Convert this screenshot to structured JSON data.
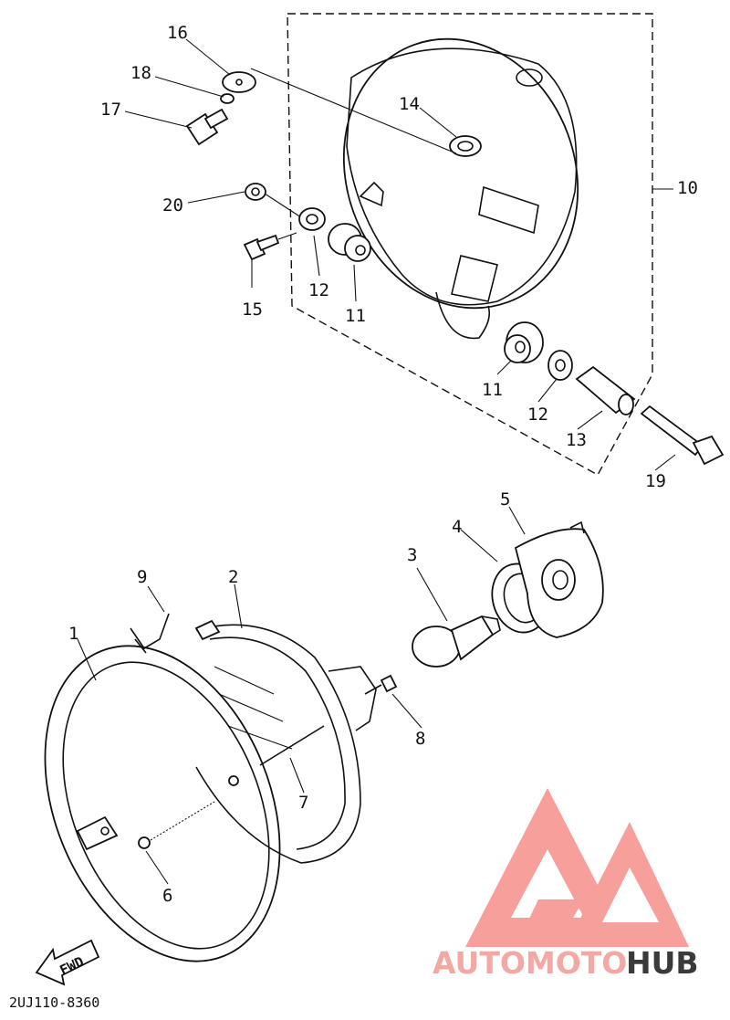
{
  "callouts": {
    "c1": "1",
    "c2": "2",
    "c3": "3",
    "c4": "4",
    "c5": "5",
    "c6": "6",
    "c7": "7",
    "c8": "8",
    "c9": "9",
    "c10": "10",
    "c11a": "11",
    "c11b": "11",
    "c12a": "12",
    "c12b": "12",
    "c13": "13",
    "c14": "14",
    "c15": "15",
    "c16": "16",
    "c17": "17",
    "c18": "18",
    "c19": "19",
    "c20": "20"
  },
  "fwd_label": "FWD",
  "diagram_code": "2UJ110-8360",
  "watermark": {
    "text_accent": "AUTOMOTO",
    "text_dark": "HUB",
    "accent_color": "#f4a8a3",
    "dark_color": "#3a3a3a",
    "logo_color": "#f47f7a"
  }
}
